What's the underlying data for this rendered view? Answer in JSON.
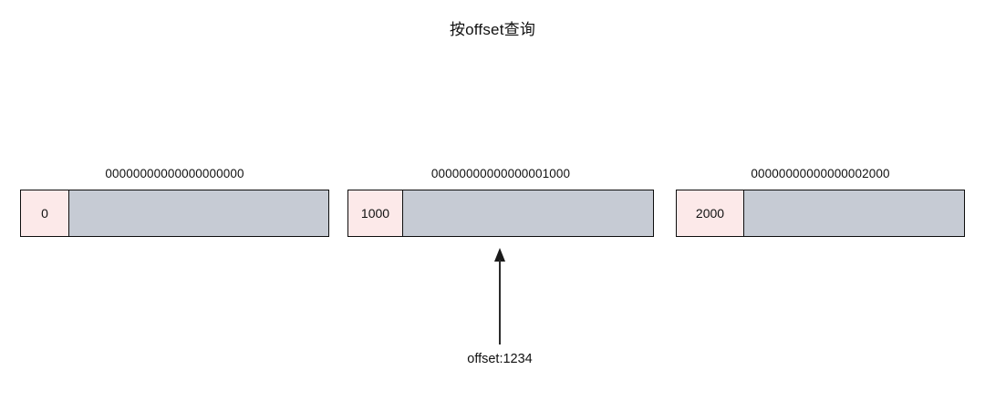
{
  "diagram": {
    "title": "按offset查询",
    "colors": {
      "segment_fill": "#c6cbd4",
      "index_fill": "#fce9e9",
      "border": "#0d0d0d",
      "arrow": "#1a1a1a",
      "background": "#ffffff",
      "text": "#111111"
    },
    "segments": [
      {
        "file_name": "00000000000000000000",
        "base_offset": "0"
      },
      {
        "file_name": "00000000000000001000",
        "base_offset": "1000"
      },
      {
        "file_name": "00000000000000002000",
        "base_offset": "2000"
      }
    ],
    "pointer": {
      "label": "offset:1234",
      "target_segment_index": 1
    }
  }
}
